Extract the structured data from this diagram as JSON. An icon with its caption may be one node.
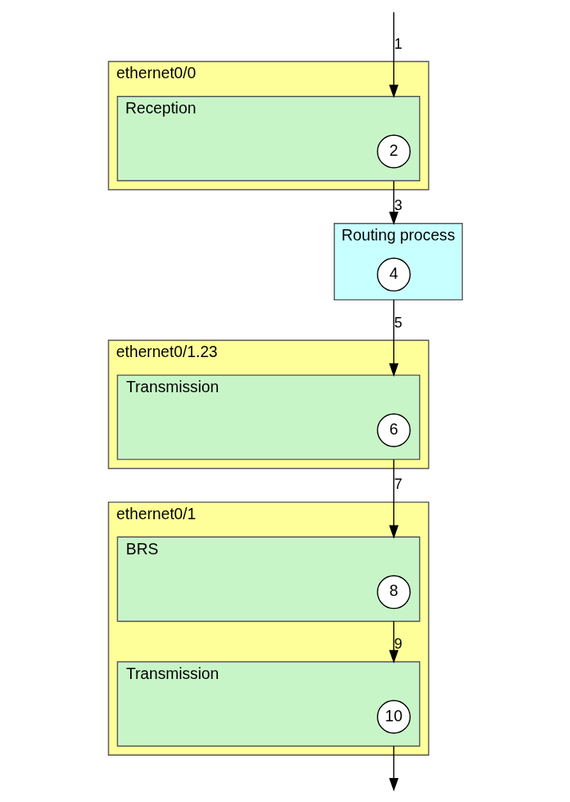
{
  "diagram": {
    "nodes": [
      {
        "text": [
          "Routing process"
        ]
      },
      {
        "text": [
          "4"
        ],
        "in": 0
      },
      {
        "text": [
          "ethernet0/1.23"
        ]
      },
      {
        "text": [
          "Transmission"
        ],
        "in": 2
      },
      {
        "text": [
          "6"
        ],
        "in": 3
      },
      {
        "text": [
          "ethernet0/0"
        ]
      },
      {
        "text": [
          "Reception"
        ],
        "in": 5
      },
      {
        "text": [
          "2"
        ],
        "in": 6
      },
      {
        "text": [
          "ethernet0/1"
        ]
      },
      {
        "text": [
          "BRS"
        ],
        "in": 8
      },
      {
        "text": [
          "8"
        ],
        "in": 9
      },
      {
        "text": [
          "Transmission"
        ],
        "in": 8
      },
      {
        "text": [
          "10"
        ],
        "in": 11
      }
    ],
    "edges": [
      {
        "from": null,
        "to": 6,
        "arrow": "to",
        "label": "1"
      },
      {
        "from": 6,
        "to": 0,
        "arrow": "to",
        "label": "3"
      },
      {
        "from": 0,
        "to": 3,
        "arrow": "to",
        "label": "5"
      },
      {
        "from": 3,
        "to": 9,
        "arrow": "to",
        "label": "7"
      },
      {
        "from": 9,
        "to": 11,
        "arrow": "to",
        "label": "9"
      },
      {
        "from": 11,
        "to": null,
        "arrow": "to"
      }
    ]
  }
}
